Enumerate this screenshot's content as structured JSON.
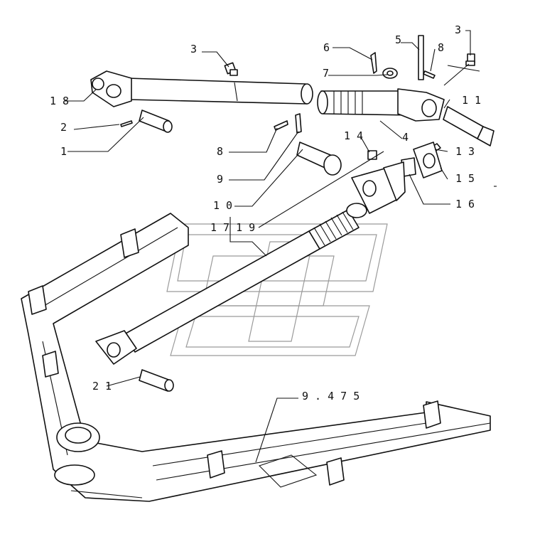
{
  "labels": {
    "p3a": "3",
    "p3b": "3",
    "p5": "5",
    "p6": "6",
    "p7": "7",
    "p8a": "8",
    "p8b": "8",
    "p18": "1 8",
    "p2": "2",
    "p1": "1",
    "p11": "1 1",
    "p4": "4",
    "p13": "1 3",
    "p14": "1 4",
    "p9": "9",
    "p15": "1 5",
    "p10": "1 0",
    "p16": "1 6",
    "p1719": "1 7 1 9",
    "p21": "2 1",
    "ref": "9 . 4 7 5"
  },
  "watermark": "logo-watermark",
  "colors": {
    "line": "#111111",
    "watermark": "#9a9a9a"
  }
}
